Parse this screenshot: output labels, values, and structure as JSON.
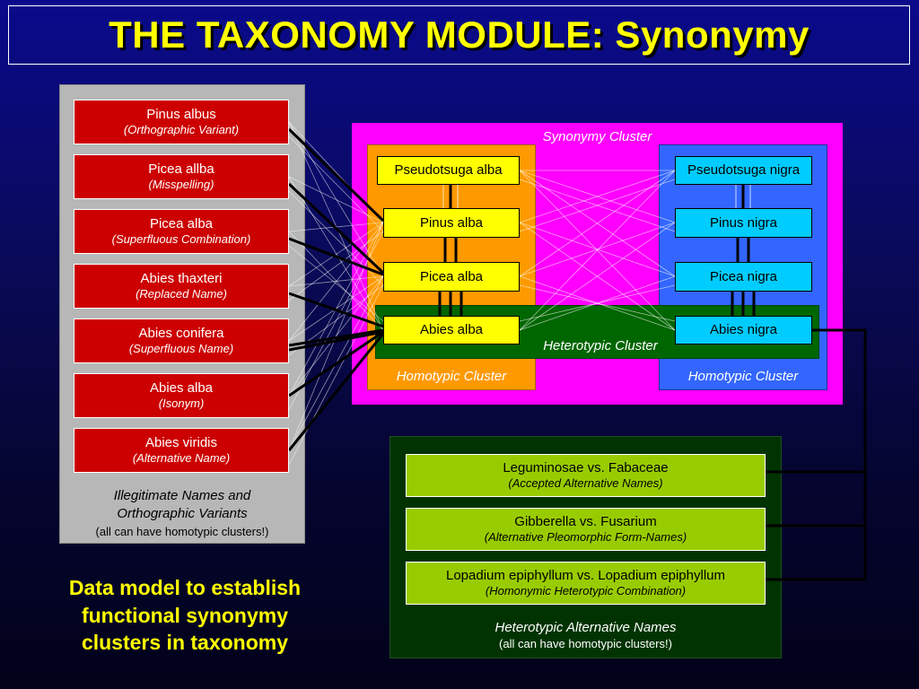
{
  "title": "THE TAXONOMY MODULE: Synonymy",
  "illegitimate_panel": {
    "items": [
      {
        "name": "Pinus albus",
        "type": "(Orthographic Variant)"
      },
      {
        "name": "Picea allba",
        "type": "(Misspelling)"
      },
      {
        "name": "Picea alba",
        "type": "(Superfluous Combination)"
      },
      {
        "name": "Abies thaxteri",
        "type": "(Replaced Name)"
      },
      {
        "name": "Abies conifera",
        "type": "(Superfluous Name)"
      },
      {
        "name": "Abies alba",
        "type": "(Isonym)"
      },
      {
        "name": "Abies viridis",
        "type": "(Alternative Name)"
      }
    ],
    "caption_line1": "Illegitimate Names and",
    "caption_line2": "Orthographic Variants",
    "caption_note": "(all can have homotypic clusters!)"
  },
  "synonymy_cluster": {
    "label": "Synonymy Cluster",
    "left_cluster": {
      "label": "Homotypic Cluster",
      "items": [
        "Pseudotsuga alba",
        "Pinus alba",
        "Picea alba",
        "Abies alba"
      ]
    },
    "right_cluster": {
      "label": "Homotypic Cluster",
      "items": [
        "Pseudotsuga nigra",
        "Pinus nigra",
        "Picea nigra",
        "Abies nigra"
      ]
    },
    "heterotypic_label": "Heterotypic Cluster"
  },
  "alternative_panel": {
    "items": [
      {
        "name": "Leguminosae vs. Fabaceae",
        "type": "(Accepted Alternative Names)"
      },
      {
        "name": "Gibberella vs. Fusarium",
        "type": "(Alternative Pleomorphic Form-Names)"
      },
      {
        "name": "Lopadium epiphyllum vs. Lopadium epiphyllum",
        "type": "(Homonymic Heterotypic Combination)"
      }
    ],
    "caption": "Heterotypic Alternative Names",
    "caption_note": "(all can have homotypic clusters!)"
  },
  "bottom_text": {
    "line1": "Data model to establish",
    "line2": "functional synonymy",
    "line3": "clusters in taxonomy"
  },
  "colors": {
    "title": "#ffff00",
    "illegitimate_box": "#cc0000",
    "synonymy_cluster": "#ff00ff",
    "homotypic_left": "#ff9900",
    "homotypic_right": "#3366ff",
    "heterotypic": "#006600",
    "alba_box": "#ffff00",
    "nigra_box": "#00ccff",
    "alternative_box": "#99cc00"
  }
}
